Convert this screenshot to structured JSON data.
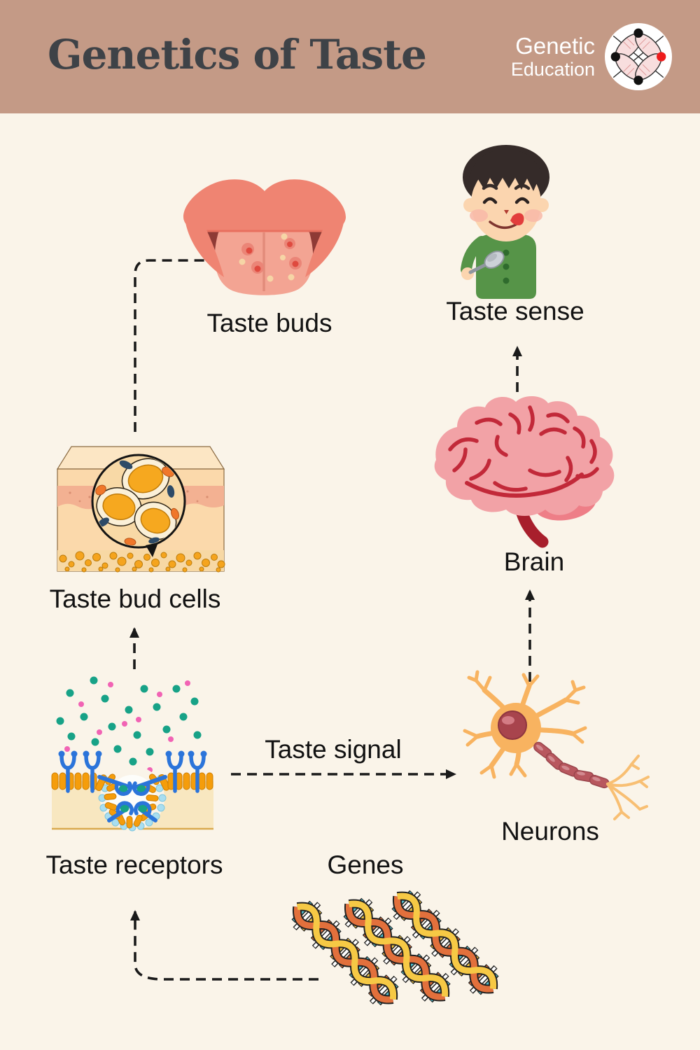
{
  "header": {
    "title": "Genetics of Taste",
    "brand": {
      "line1": "Genetic",
      "line2": "Education"
    }
  },
  "diagram": {
    "nodes": [
      {
        "id": "taste-buds",
        "label": "Taste buds",
        "icon": "mouth-tongue-illustration"
      },
      {
        "id": "taste-sense",
        "label": "Taste sense",
        "icon": "boy-tasting-illustration"
      },
      {
        "id": "taste-bud-cells",
        "label": "Taste bud cells",
        "icon": "taste-bud-cells-illustration"
      },
      {
        "id": "brain",
        "label": "Brain",
        "icon": "brain-illustration"
      },
      {
        "id": "taste-receptors",
        "label": "Taste receptors",
        "icon": "taste-receptors-illustration"
      },
      {
        "id": "neurons",
        "label": "Neurons",
        "icon": "neuron-illustration"
      },
      {
        "id": "genes",
        "label": "Genes",
        "icon": "dna-helix-illustration"
      }
    ],
    "edges": [
      {
        "from": "taste-bud-cells",
        "to": "taste-buds",
        "label": ""
      },
      {
        "from": "taste-receptors",
        "to": "taste-bud-cells",
        "label": ""
      },
      {
        "from": "taste-receptors",
        "to": "neurons",
        "label": "Taste signal"
      },
      {
        "from": "neurons",
        "to": "brain",
        "label": ""
      },
      {
        "from": "brain",
        "to": "taste-sense",
        "label": ""
      },
      {
        "from": "genes",
        "to": "taste-receptors",
        "label": ""
      }
    ]
  },
  "colors": {
    "header_bg": "#c49a86",
    "title_text": "#3e4247",
    "page_bg": "#faf4e9",
    "label_text": "#121212",
    "arrow": "#1a1a1a",
    "logo_accent_red": "#ee1c1c"
  }
}
